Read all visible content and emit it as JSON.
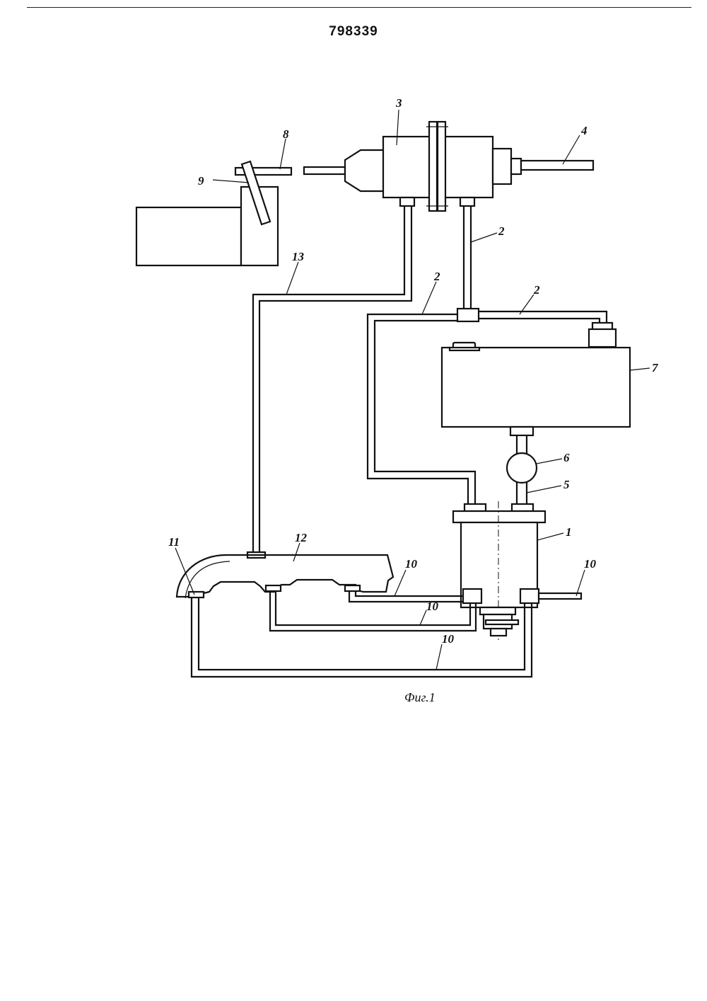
{
  "header": {
    "patent_number": "798339"
  },
  "figure": {
    "caption": "Фиг.1",
    "labels": {
      "l1": "1",
      "l2a": "2",
      "l2b": "2",
      "l2c": "2",
      "l3": "3",
      "l4": "4",
      "l5": "5",
      "l6": "6",
      "l7": "7",
      "l8": "8",
      "l9": "9",
      "l10a": "10",
      "l10b": "10",
      "l10c": "10",
      "l10d": "10",
      "l11": "11",
      "l12": "12",
      "l13": "13"
    }
  }
}
